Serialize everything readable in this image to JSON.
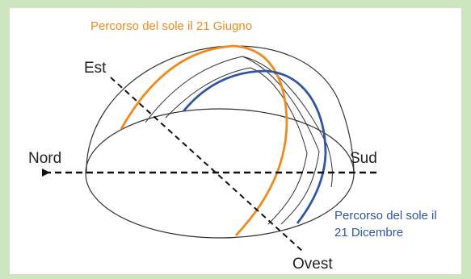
{
  "labels": {
    "june_caption": "Percorso del sole il 21 Giugno",
    "december_caption_line1": "Percorso del sole il",
    "december_caption_line2": "21 Dicembre",
    "east": "Est",
    "west": "Ovest",
    "north": "Nord",
    "south": "Sud"
  },
  "colors": {
    "background": "#cde6c0",
    "panel": "#ffffff",
    "june_path": "#f08a1c",
    "december_path": "#2f55a4",
    "outline": "#333333",
    "axis": "#111111"
  }
}
